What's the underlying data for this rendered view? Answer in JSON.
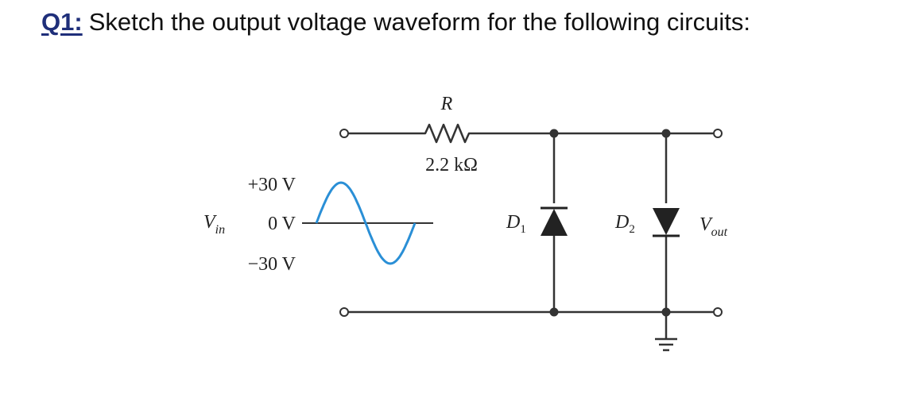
{
  "question": {
    "number": "Q1:",
    "text": "Sketch the output voltage waveform for the following circuits:"
  },
  "circuit": {
    "resistor": {
      "name": "R",
      "value": "2.2 kΩ"
    },
    "input": {
      "label_main": "V",
      "label_sub": "in",
      "levels": [
        "+30 V",
        "0 V",
        "−30 V"
      ]
    },
    "diode1": {
      "label_main": "D",
      "label_sub": "1"
    },
    "diode2": {
      "label_main": "D",
      "label_sub": "2"
    },
    "output": {
      "label_main": "V",
      "label_sub": "out"
    },
    "colors": {
      "wire": "#333333",
      "waveform": "#2a8fd6",
      "heading": "#1f2f7a"
    }
  }
}
